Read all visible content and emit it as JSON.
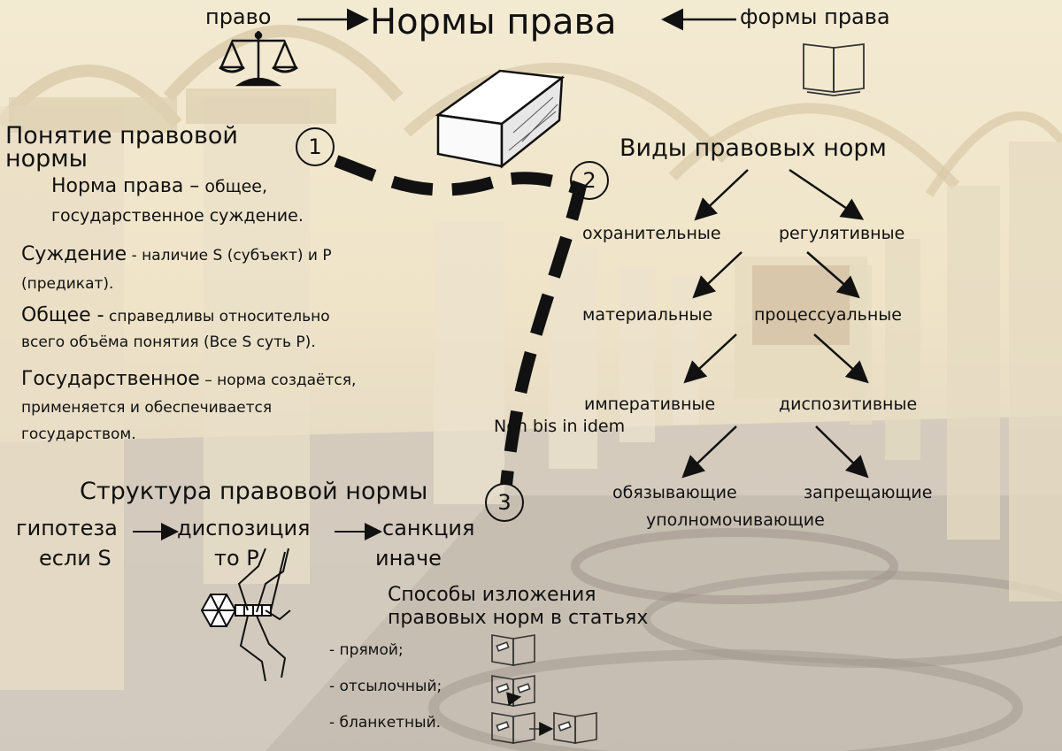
{
  "header": {
    "pravo": "право",
    "title": "Нормы права",
    "formy": "формы права"
  },
  "concept": {
    "heading_1": "Понятие правовой",
    "heading_2": "нормы",
    "def_term": "Норма права –",
    "def_rest": " общее,",
    "def_line2": "государственное суждение.",
    "judg_term": "Суждение",
    "judg_rest": " - наличие S (субъект) и P",
    "judg_line2": "(предикат).",
    "gen_term": "Общее -",
    "gen_rest": " справедливы относительно",
    "gen_line2": "всего объёма понятия (Все S суть P).",
    "state_term": "Государственное",
    "state_rest": " – норма создаётся,",
    "state_line2": "применяется и обеспечивается",
    "state_line3": "государством."
  },
  "numbers": [
    "1",
    "2",
    "3"
  ],
  "types": {
    "heading": "Виды правовых норм",
    "protective": "охранительные",
    "regulative": "регулятивные",
    "material": "материальные",
    "procedural": "процессуальные",
    "imperative": "императивные",
    "dispositive": "диспозитивные",
    "obliging": "обязывающие",
    "prohibiting": "запрещающие",
    "empowering": "уполномочивающие"
  },
  "latin": "Non bis in idem",
  "structure": {
    "heading": "Структура правовой нормы",
    "hypothesis": "гипотеза",
    "disposition": "диспозиция",
    "sanction": "санкция",
    "if_s": "если S",
    "then_p": "то P",
    "else": "иначе"
  },
  "methods": {
    "heading_1": "Способы изложения",
    "heading_2": "правовых норм в статьях",
    "direct": "- прямой;",
    "reference": "- отсылочный;",
    "blanket": "- бланкетный."
  }
}
